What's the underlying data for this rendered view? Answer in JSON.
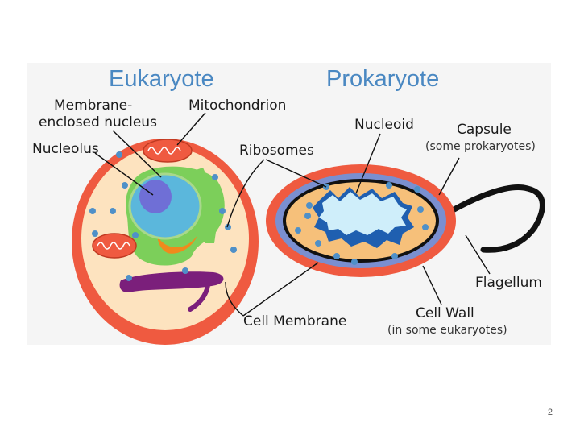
{
  "diagram": {
    "eukaryote": {
      "title": "Eukaryote",
      "labels": {
        "membrane_enclosed_nucleus_line1": "Membrane-",
        "membrane_enclosed_nucleus_line2": "enclosed nucleus",
        "mitochondrion": "Mitochondrion",
        "nucleolus": "Nucleolus"
      }
    },
    "prokaryote": {
      "title": "Prokaryote",
      "labels": {
        "nucleoid": "Nucleoid",
        "capsule": "Capsule",
        "capsule_note": "(some prokaryotes)",
        "flagellum": "Flagellum"
      }
    },
    "shared_labels": {
      "ribosomes": "Ribosomes",
      "cell_membrane": "Cell Membrane",
      "cell_wall": "Cell Wall",
      "cell_wall_note": "(in some eukaryotes)"
    },
    "colors": {
      "cell_wall": "#ef5a40",
      "cytoplasm": "#fde3bf",
      "nucleus": "#5bb7dc",
      "nucleolus": "#6f6fd6",
      "endoplasmic_reticulum": "#7ccf5a",
      "golgi": "#f08a1c",
      "mitochondrion": "#ef5a40",
      "vacuole": "#7b1f7b",
      "ribosome": "#4f90c8",
      "prokaryote_capsule": "#ef5a40",
      "prokaryote_cell_wall": "#7a8fd0",
      "prokaryote_cytoplasm": "#f6c07a",
      "nucleoid": "#cfeefa",
      "nucleoid_dark": "#1f5fb0",
      "title": "#4a88c2"
    }
  },
  "page": {
    "number": "2"
  }
}
